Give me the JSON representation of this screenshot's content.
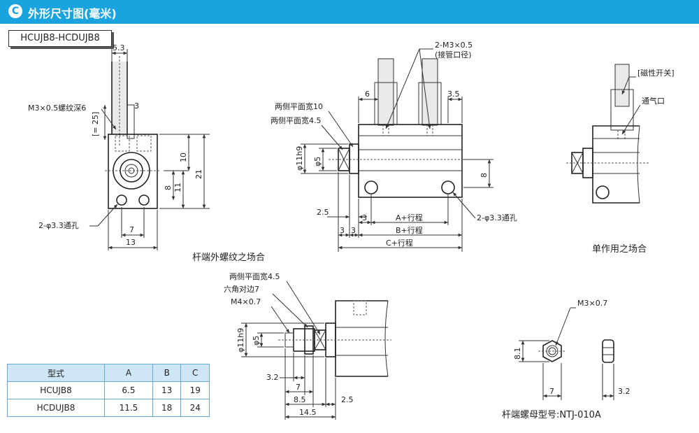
{
  "header": {
    "icon": "C",
    "title": "外形尺寸图(毫米)"
  },
  "model": "HCUJB8-HCDUJB8",
  "captions": {
    "rod_thread": "杆端外螺纹之场合",
    "single_acting": "单作用之场合",
    "nut_model": "杆端螺母型号:NTJ-010A"
  },
  "view_left": {
    "dims": [
      "5.3",
      "3",
      "[= 25]",
      "10",
      "21",
      "8",
      "11",
      "7",
      "13"
    ],
    "notes": {
      "thread": "M3×0.5螺纹深6",
      "hole": "2-φ3.3通孔"
    }
  },
  "view_mid": {
    "dims": [
      "6",
      "3.5",
      "φ11h9",
      "φ5",
      "8",
      "2.5",
      "3",
      "3",
      "3",
      "A+行程",
      "B+行程",
      "C+行程"
    ],
    "notes": {
      "port": "2-M3×0.5",
      "port_sub": "(接管口径)",
      "flat10": "两侧平面宽10",
      "flat45": "两侧平面宽4.5",
      "hole": "2-φ3.3通孔"
    }
  },
  "view_right": {
    "notes": {
      "switch": "[磁性开关]",
      "vent": "通气口"
    }
  },
  "view_bottom": {
    "dims": [
      "φ11h9",
      "φ5",
      "3.2",
      "7",
      "8.5",
      "2.5",
      "14.5"
    ],
    "notes": {
      "flat45": "两侧平面宽4.5",
      "hex": "六角对边7",
      "thread": "M4×0.7"
    }
  },
  "view_nut": {
    "dims": [
      "8.1",
      "7",
      "3.2"
    ],
    "notes": {
      "thread": "M3×0.7"
    }
  },
  "table": {
    "headers": [
      "型式",
      "A",
      "B",
      "C"
    ],
    "rows": [
      [
        "HCUJB8",
        "6.5",
        "13",
        "19"
      ],
      [
        "HCDUJB8",
        "11.5",
        "18",
        "24"
      ]
    ]
  },
  "colors": {
    "header": "#19a3df",
    "table_header": "#cfe6f7",
    "table_border": "#6aa9d6"
  }
}
